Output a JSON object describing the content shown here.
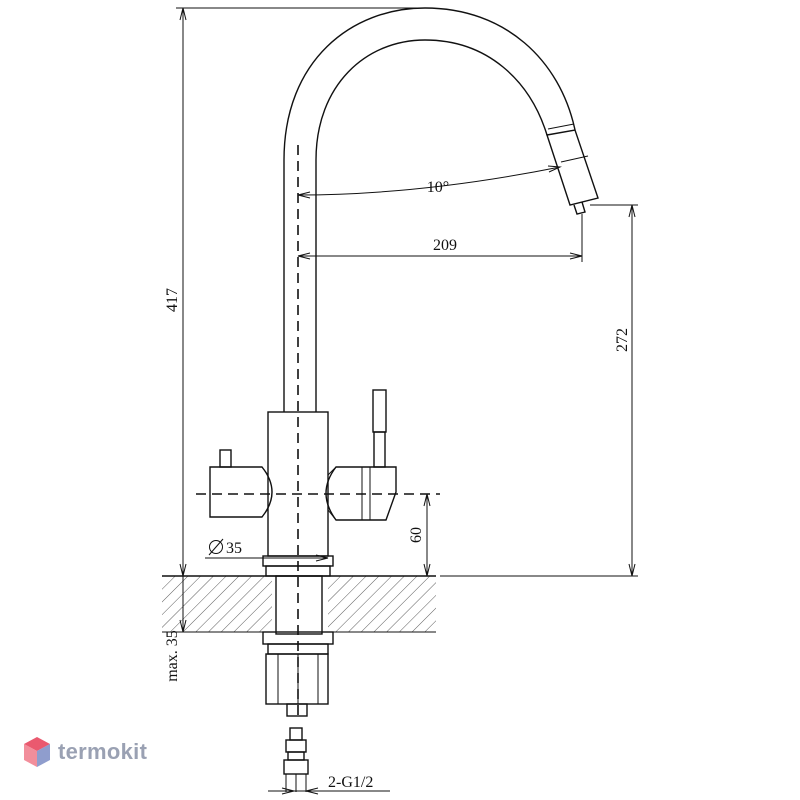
{
  "dimensions": {
    "height_total": "417",
    "spout_height": "272",
    "reach": "209",
    "angle": "10°",
    "base_diameter": "35",
    "handle_height": "60",
    "counter_max": "max. 35",
    "connection": "2-G1/2"
  },
  "brand": {
    "name": "termokit",
    "accent": "#e8475f",
    "accent2": "#7b8cc4"
  }
}
